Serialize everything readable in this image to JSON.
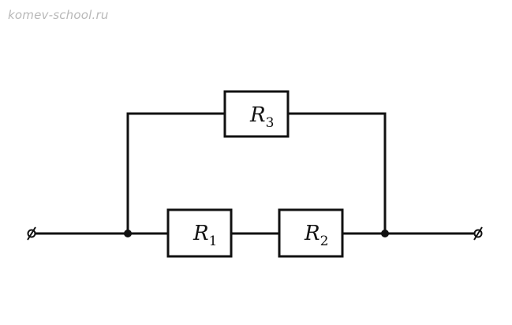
{
  "watermark": "komev-school.ru",
  "resistors": [
    {
      "id": "R3",
      "symbol": "R",
      "subscript": "3"
    },
    {
      "id": "R1",
      "symbol": "R",
      "subscript": "1"
    },
    {
      "id": "R2",
      "symbol": "R",
      "subscript": "2"
    }
  ],
  "colors": {
    "wire": "#111111",
    "background": "#ffffff",
    "watermark": "#b8b8b8"
  }
}
